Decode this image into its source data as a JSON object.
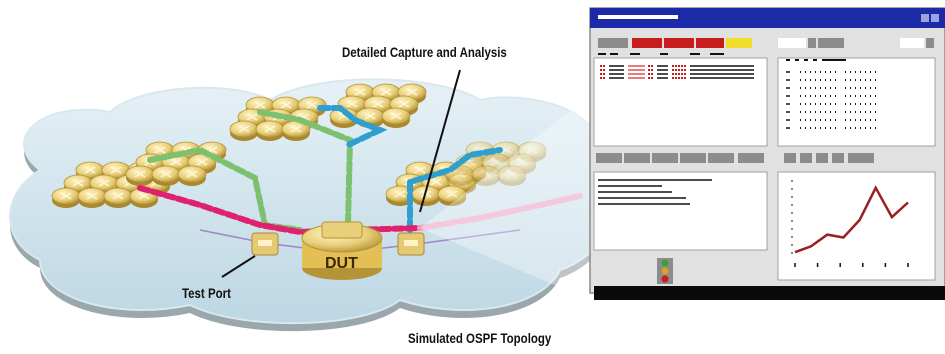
{
  "labels": {
    "capture": "Detailed Capture and Analysis",
    "test_port": "Test Port",
    "dut": "DUT",
    "topology": "Simulated OSPF Topology"
  },
  "colors": {
    "cloud": "#cfe4ee",
    "router": "#e8cf7a",
    "path_pink": "#e0226e",
    "path_green": "#7cc070",
    "path_blue": "#2f9fcf",
    "window_bg": "#d8d8d8",
    "title_bar": "#1d2aa8",
    "chart_line": "#9b1f1f"
  },
  "analyzer": {
    "trend_values": [
      2,
      4,
      8,
      7,
      13,
      24,
      14,
      19
    ]
  }
}
